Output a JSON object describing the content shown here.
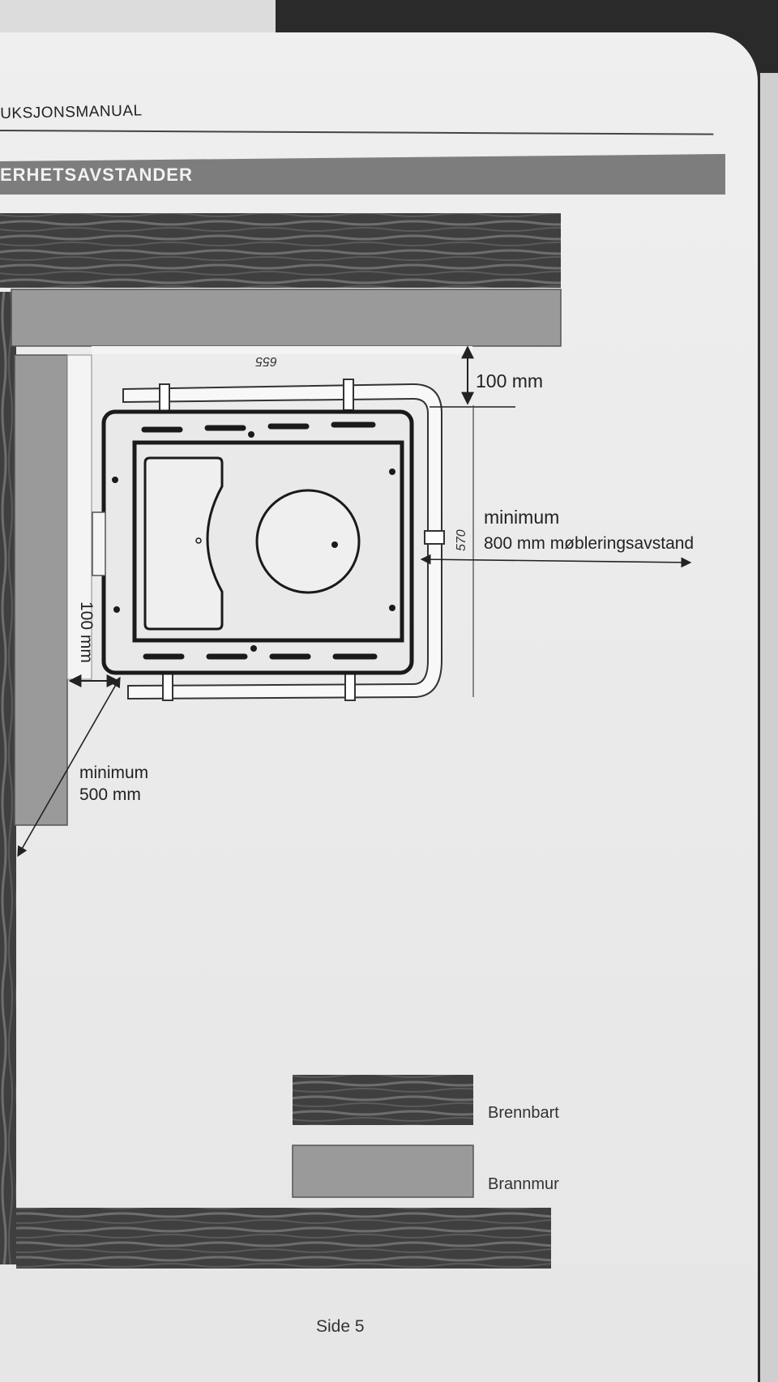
{
  "header": {
    "manual_title": "UKSJONSMANUAL",
    "section_title": "ERHETSAVSTANDER"
  },
  "diagram": {
    "dim_width": "655",
    "dim_depth": "570",
    "clearance_back": "100 mm",
    "clearance_side": "100 mm",
    "furniture_distance_line1": "minimum",
    "furniture_distance_line2": "800 mm møbleringsavstand",
    "corner_distance_line1": "minimum",
    "corner_distance_line2": "500 mm"
  },
  "legend": {
    "combustible": "Brennbart",
    "firewall": "Brannmur"
  },
  "colors": {
    "combustible": "#4a4a4a",
    "firewall": "#9c9c9c",
    "section_bar": "#7d7d7d"
  },
  "footer": {
    "page": "Side 5"
  }
}
